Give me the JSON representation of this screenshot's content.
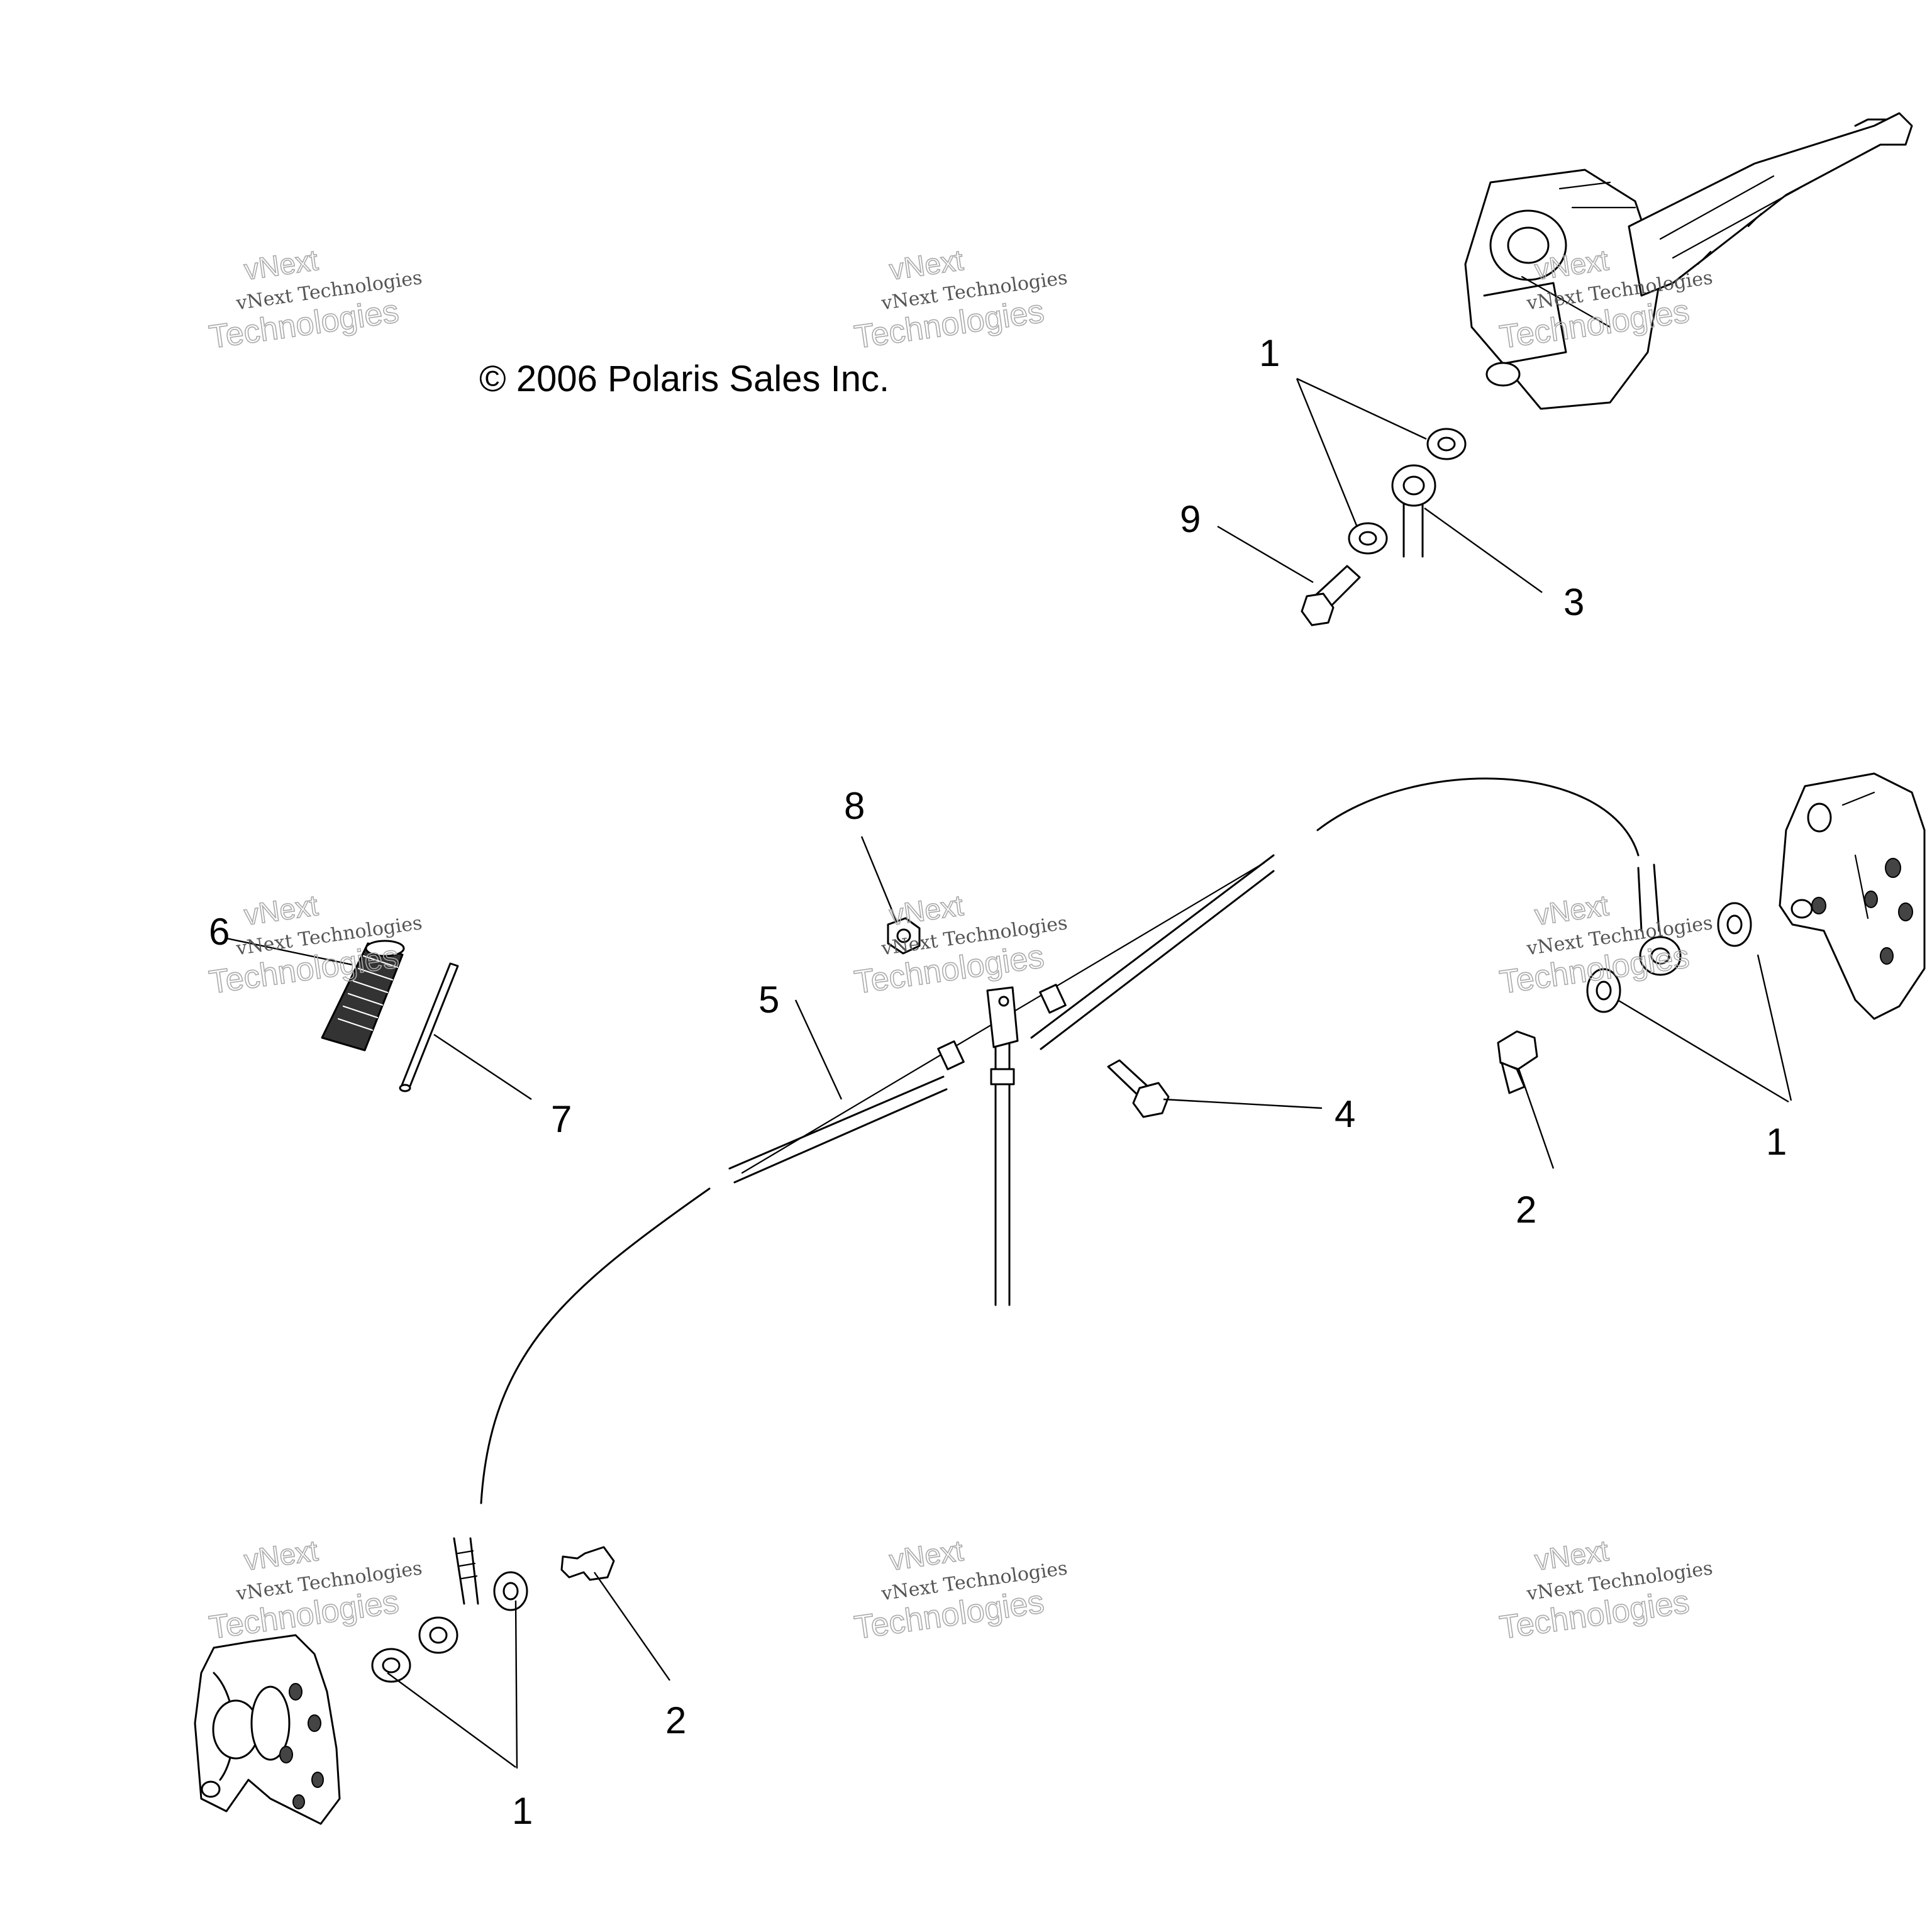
{
  "copyright": "© 2006 Polaris Sales Inc.",
  "watermark": {
    "line1": "vNext",
    "line2": "vNext Technologies",
    "line3": "Technologies"
  },
  "callouts": {
    "c1a": "1",
    "c1b": "1",
    "c1c": "1",
    "c2a": "2",
    "c2b": "2",
    "c3": "3",
    "c4": "4",
    "c5": "5",
    "c6": "6",
    "c7": "7",
    "c8": "8",
    "c9": "9"
  }
}
